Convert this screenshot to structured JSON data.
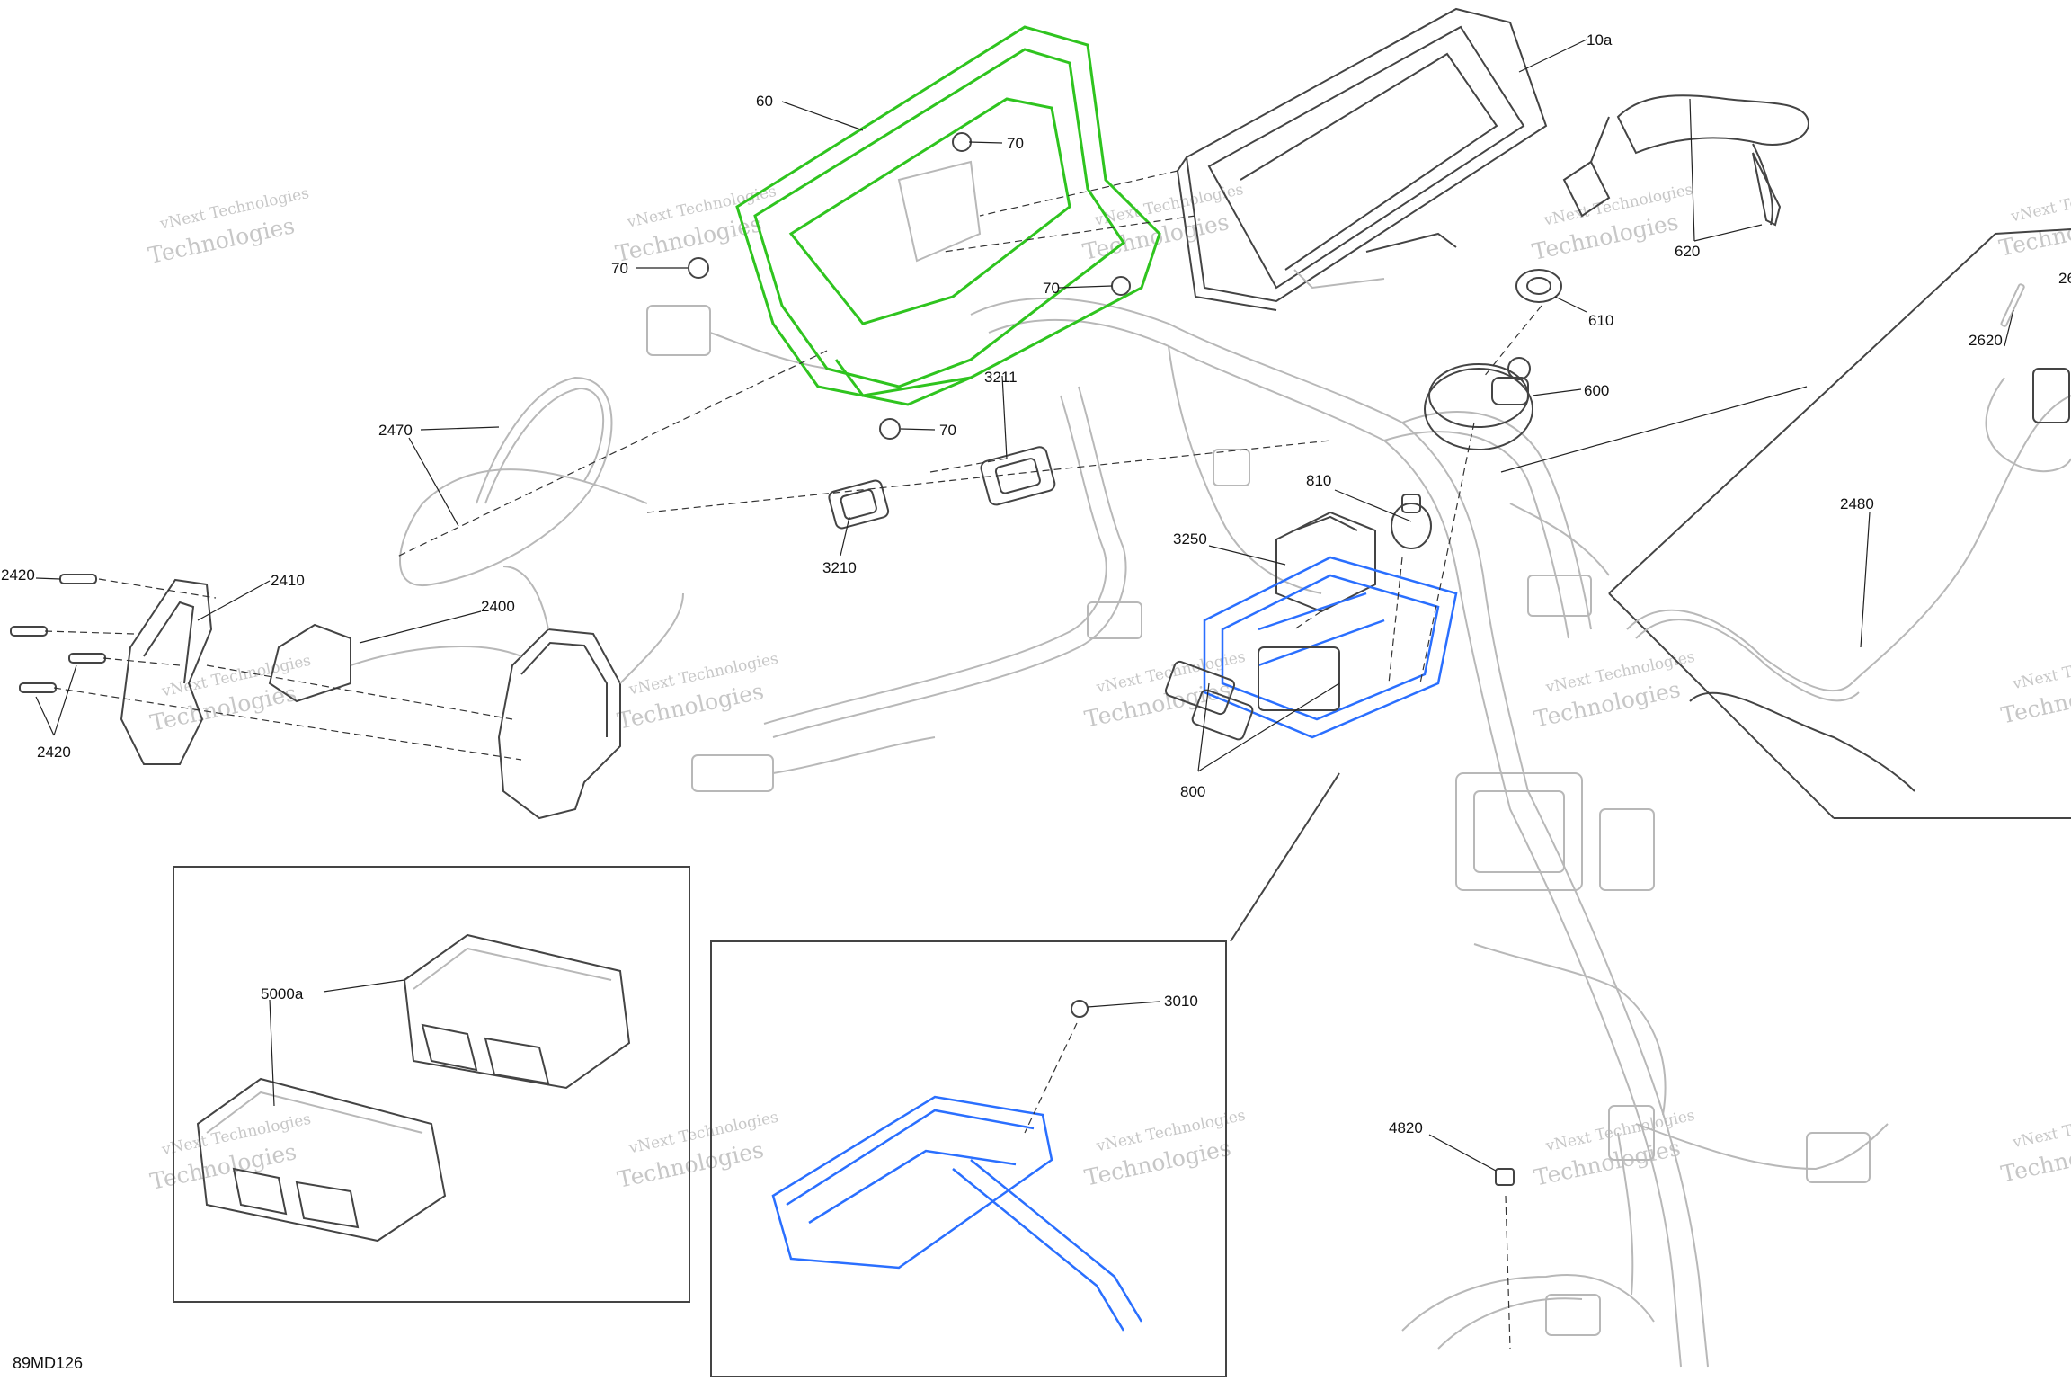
{
  "figure_code": "89MD126",
  "watermark": {
    "line1": "vNext Technologies",
    "line2": "Technologies"
  },
  "callouts": {
    "c10a": "10a",
    "c60": "60",
    "c70a": "70",
    "c70b": "70",
    "c70c": "70",
    "c70d": "70",
    "c620": "620",
    "c610": "610",
    "c600": "600",
    "c2620": "2620",
    "c26": "26",
    "c2470": "2470",
    "c3211": "3211",
    "c3210": "3210",
    "c810": "810",
    "c3250": "3250",
    "c2480": "2480",
    "c2420a": "2420",
    "c2420b": "2420",
    "c2410": "2410",
    "c2400": "2400",
    "c800": "800",
    "c5000a": "5000a",
    "c3010": "3010",
    "c4820": "4820"
  },
  "colors": {
    "highlight_green": "#2fc41f",
    "highlight_blue": "#2a6fff",
    "linework": "#b8b8b8"
  }
}
